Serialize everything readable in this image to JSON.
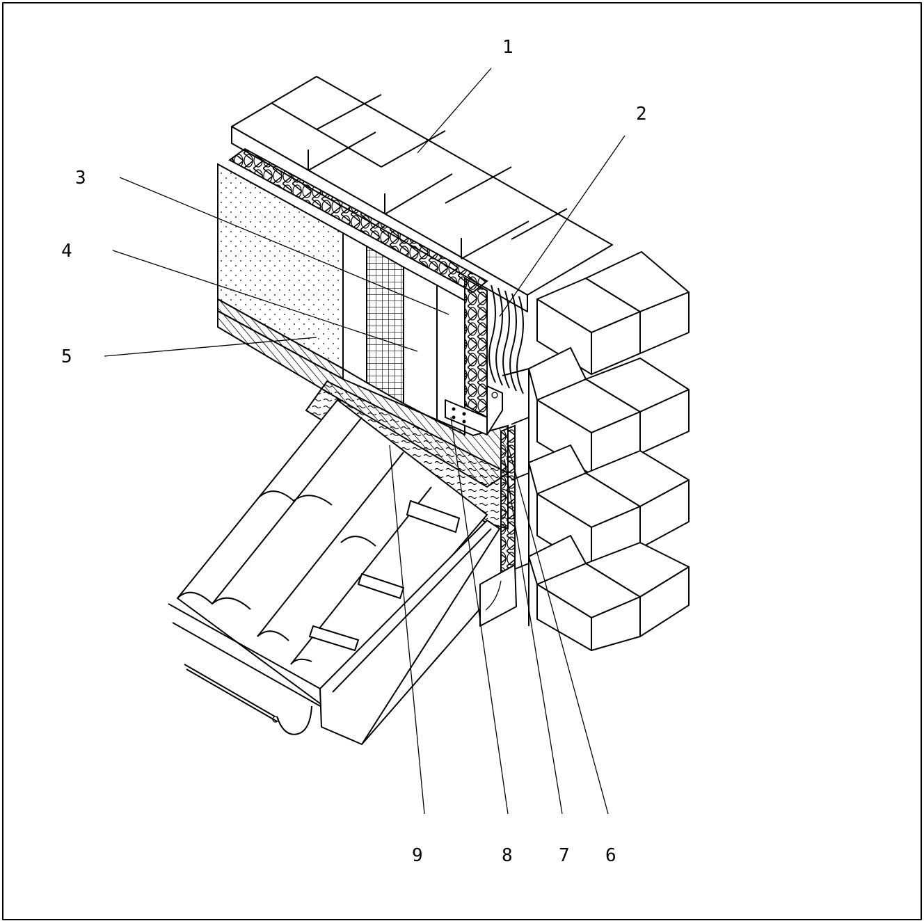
{
  "diagram": {
    "callouts": [
      {
        "id": "1",
        "text": "1"
      },
      {
        "id": "2",
        "text": "2"
      },
      {
        "id": "3",
        "text": "3"
      },
      {
        "id": "4",
        "text": "4"
      },
      {
        "id": "5",
        "text": "5"
      },
      {
        "id": "6",
        "text": "6"
      },
      {
        "id": "7",
        "text": "7"
      },
      {
        "id": "8",
        "text": "8"
      },
      {
        "id": "9",
        "text": "9"
      }
    ],
    "colors": {
      "ink": "#000000",
      "paper": "#ffffff"
    }
  }
}
